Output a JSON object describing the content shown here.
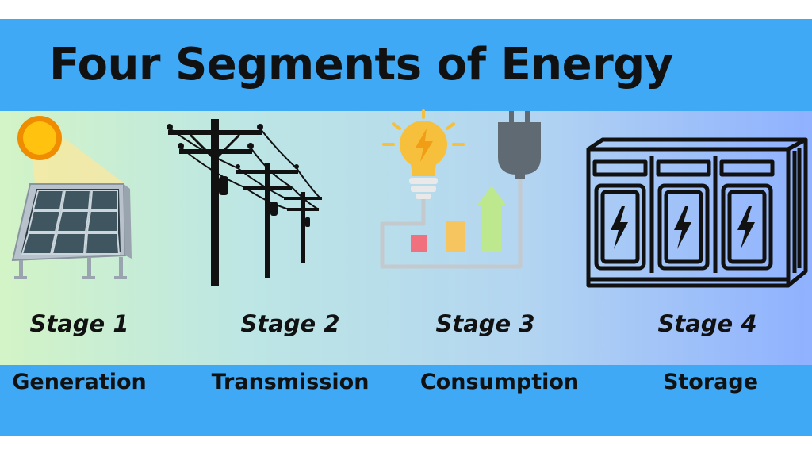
{
  "title": "Four Segments of Energy",
  "stages": [
    {
      "stage": "Stage 1",
      "segment": "Generation",
      "icon": "solar-panel-icon"
    },
    {
      "stage": "Stage 2",
      "segment": "Transmission",
      "icon": "power-lines-icon"
    },
    {
      "stage": "Stage 3",
      "segment": "Consumption",
      "icon": "lightbulb-plug-icon"
    },
    {
      "stage": "Stage 4",
      "segment": "Storage",
      "icon": "battery-storage-icon"
    }
  ],
  "colors": {
    "banner": "#3fa9f5",
    "gradient_start": "#d3f4c6",
    "gradient_end": "#8fb1ff",
    "text": "#111111",
    "sun": "#f7b500",
    "bulb": "#f6c03c",
    "plug": "#5f6a73",
    "bar_red": "#f0707e",
    "bar_yellow": "#f6c560",
    "bar_green": "#bde88e"
  }
}
